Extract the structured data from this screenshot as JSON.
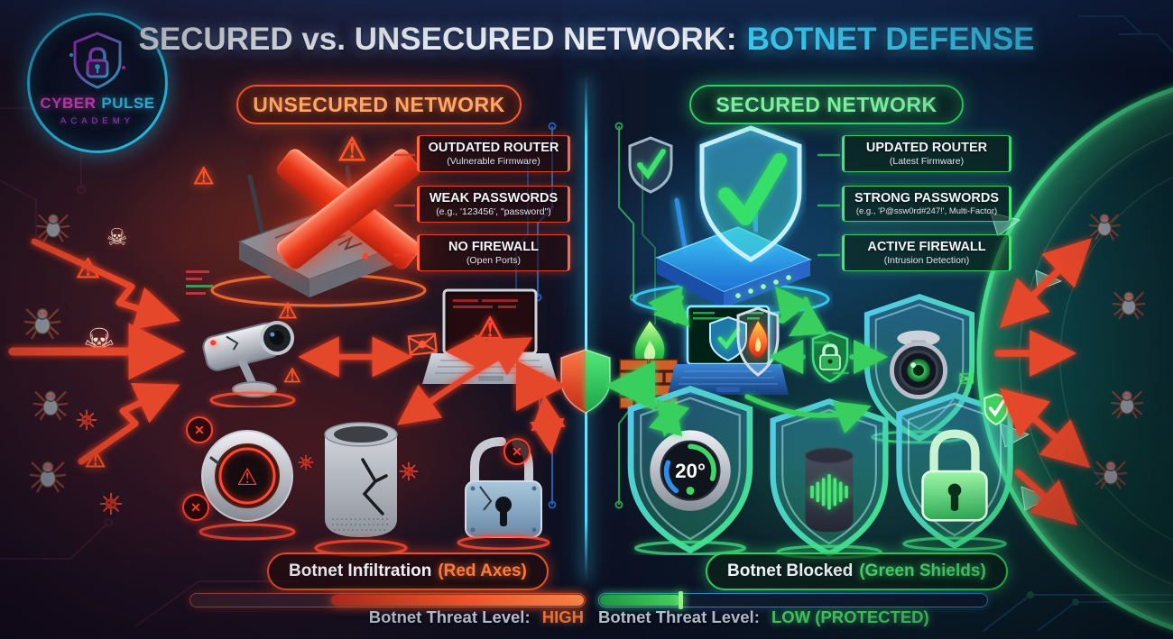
{
  "logo": {
    "word1": "CYBER",
    "word2": "PULSE",
    "subtitle": "ACADEMY"
  },
  "title": {
    "main": "SECURED vs. UNSECURED NETWORK:",
    "accent": "BOTNET DEFENSE"
  },
  "icons": {
    "warning": "⚠",
    "skull": "☠",
    "cross": "✕",
    "check": "✓",
    "envelope": "✉"
  },
  "colors": {
    "danger_red": "#e5472a",
    "safe_green": "#37cf5f",
    "accent_cyan": "#3fd4ff",
    "header_orange": "#ffa866",
    "background": "#0b1222"
  },
  "unsecured": {
    "header": "UNSECURED NETWORK",
    "callouts": [
      {
        "title": "OUTDATED ROUTER",
        "subtitle": "(Vulnerable Firmware)"
      },
      {
        "title": "WEAK PASSWORDS",
        "subtitle": "(e.g., '123456', \"password\")"
      },
      {
        "title": "NO FIREWALL",
        "subtitle": "(Open Ports)"
      }
    ],
    "caption_main": "Botnet Infiltration",
    "caption_highlight": "(Red Axes)",
    "threat_label": "Botnet Threat Level:",
    "threat_value": "HIGH",
    "threat_fill_pct": 64
  },
  "secured": {
    "header": "SECURED NETWORK",
    "callouts": [
      {
        "title": "UPDATED ROUTER",
        "subtitle": "(Latest Firmware)"
      },
      {
        "title": "STRONG PASSWORDS",
        "subtitle": "(e.g., 'P@ssw0rd#247!', Multi-Factor)"
      },
      {
        "title": "ACTIVE FIREWALL",
        "subtitle": "(Intrusion Detection)"
      }
    ],
    "caption_main": "Botnet Blocked",
    "caption_highlight": "(Green Shields)",
    "threat_label": "Botnet Threat Level:",
    "threat_value": "LOW (PROTECTED)",
    "threat_fill_pct": 21,
    "thermostat_reading": "20°"
  }
}
